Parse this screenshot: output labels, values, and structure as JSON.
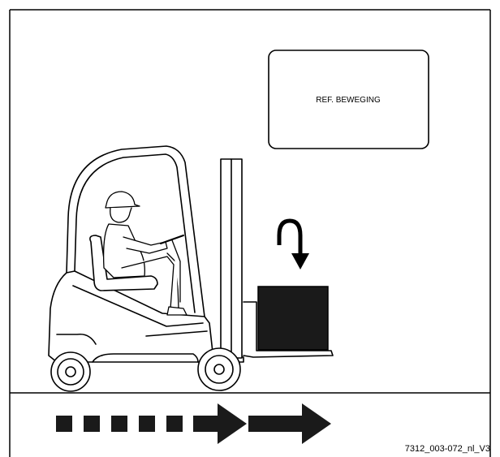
{
  "display": {
    "message": "REF. BEWEGING"
  },
  "figure": {
    "code": "7312_003-072_nl_V3"
  },
  "direction_indicator": {
    "square_count": 5,
    "arrow_count": 2
  },
  "colors": {
    "line": "#000000",
    "background": "#ffffff",
    "load": "#1a1a1a"
  },
  "icons": [
    "forklift-icon",
    "operator-icon",
    "load-icon",
    "down-arrow-icon",
    "direction-arrow-icon"
  ]
}
